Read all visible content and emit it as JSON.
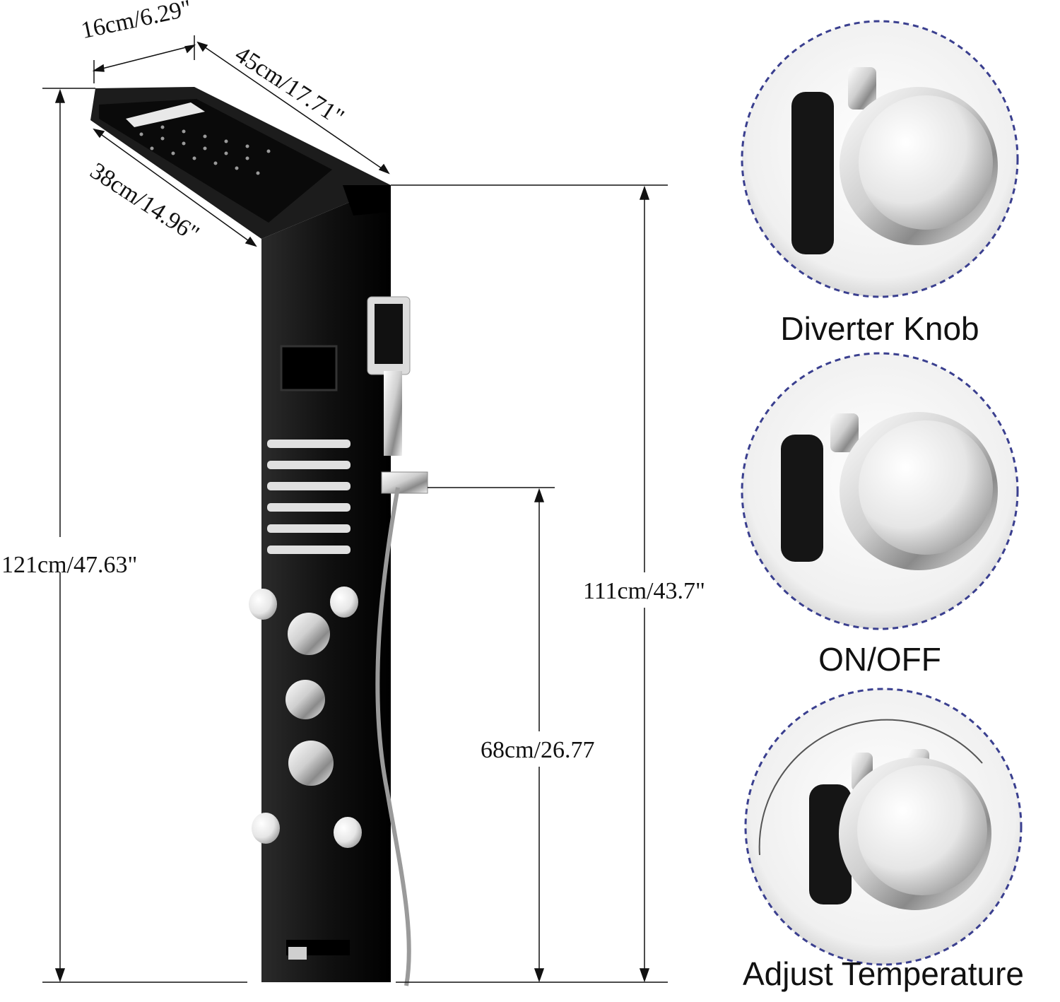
{
  "dimensions": {
    "head_depth": "16cm/6.29\"",
    "head_length": "45cm/17.71\"",
    "head_width": "38cm/14.96\"",
    "total_height": "121cm/47.63\"",
    "panel_height": "111cm/43.7\"",
    "holder_height": "68cm/26.77"
  },
  "callouts": [
    {
      "label": "Diverter Knob",
      "icon": "diverter-knob"
    },
    {
      "label": "ON/OFF",
      "icon": "on-off-knob"
    },
    {
      "label": "Adjust Temperature",
      "icon": "thermostatic-knob"
    }
  ],
  "colors": {
    "panel": "#141414",
    "chrome": "#d9d9d9",
    "dashed_circle": "#3a3f8f"
  }
}
